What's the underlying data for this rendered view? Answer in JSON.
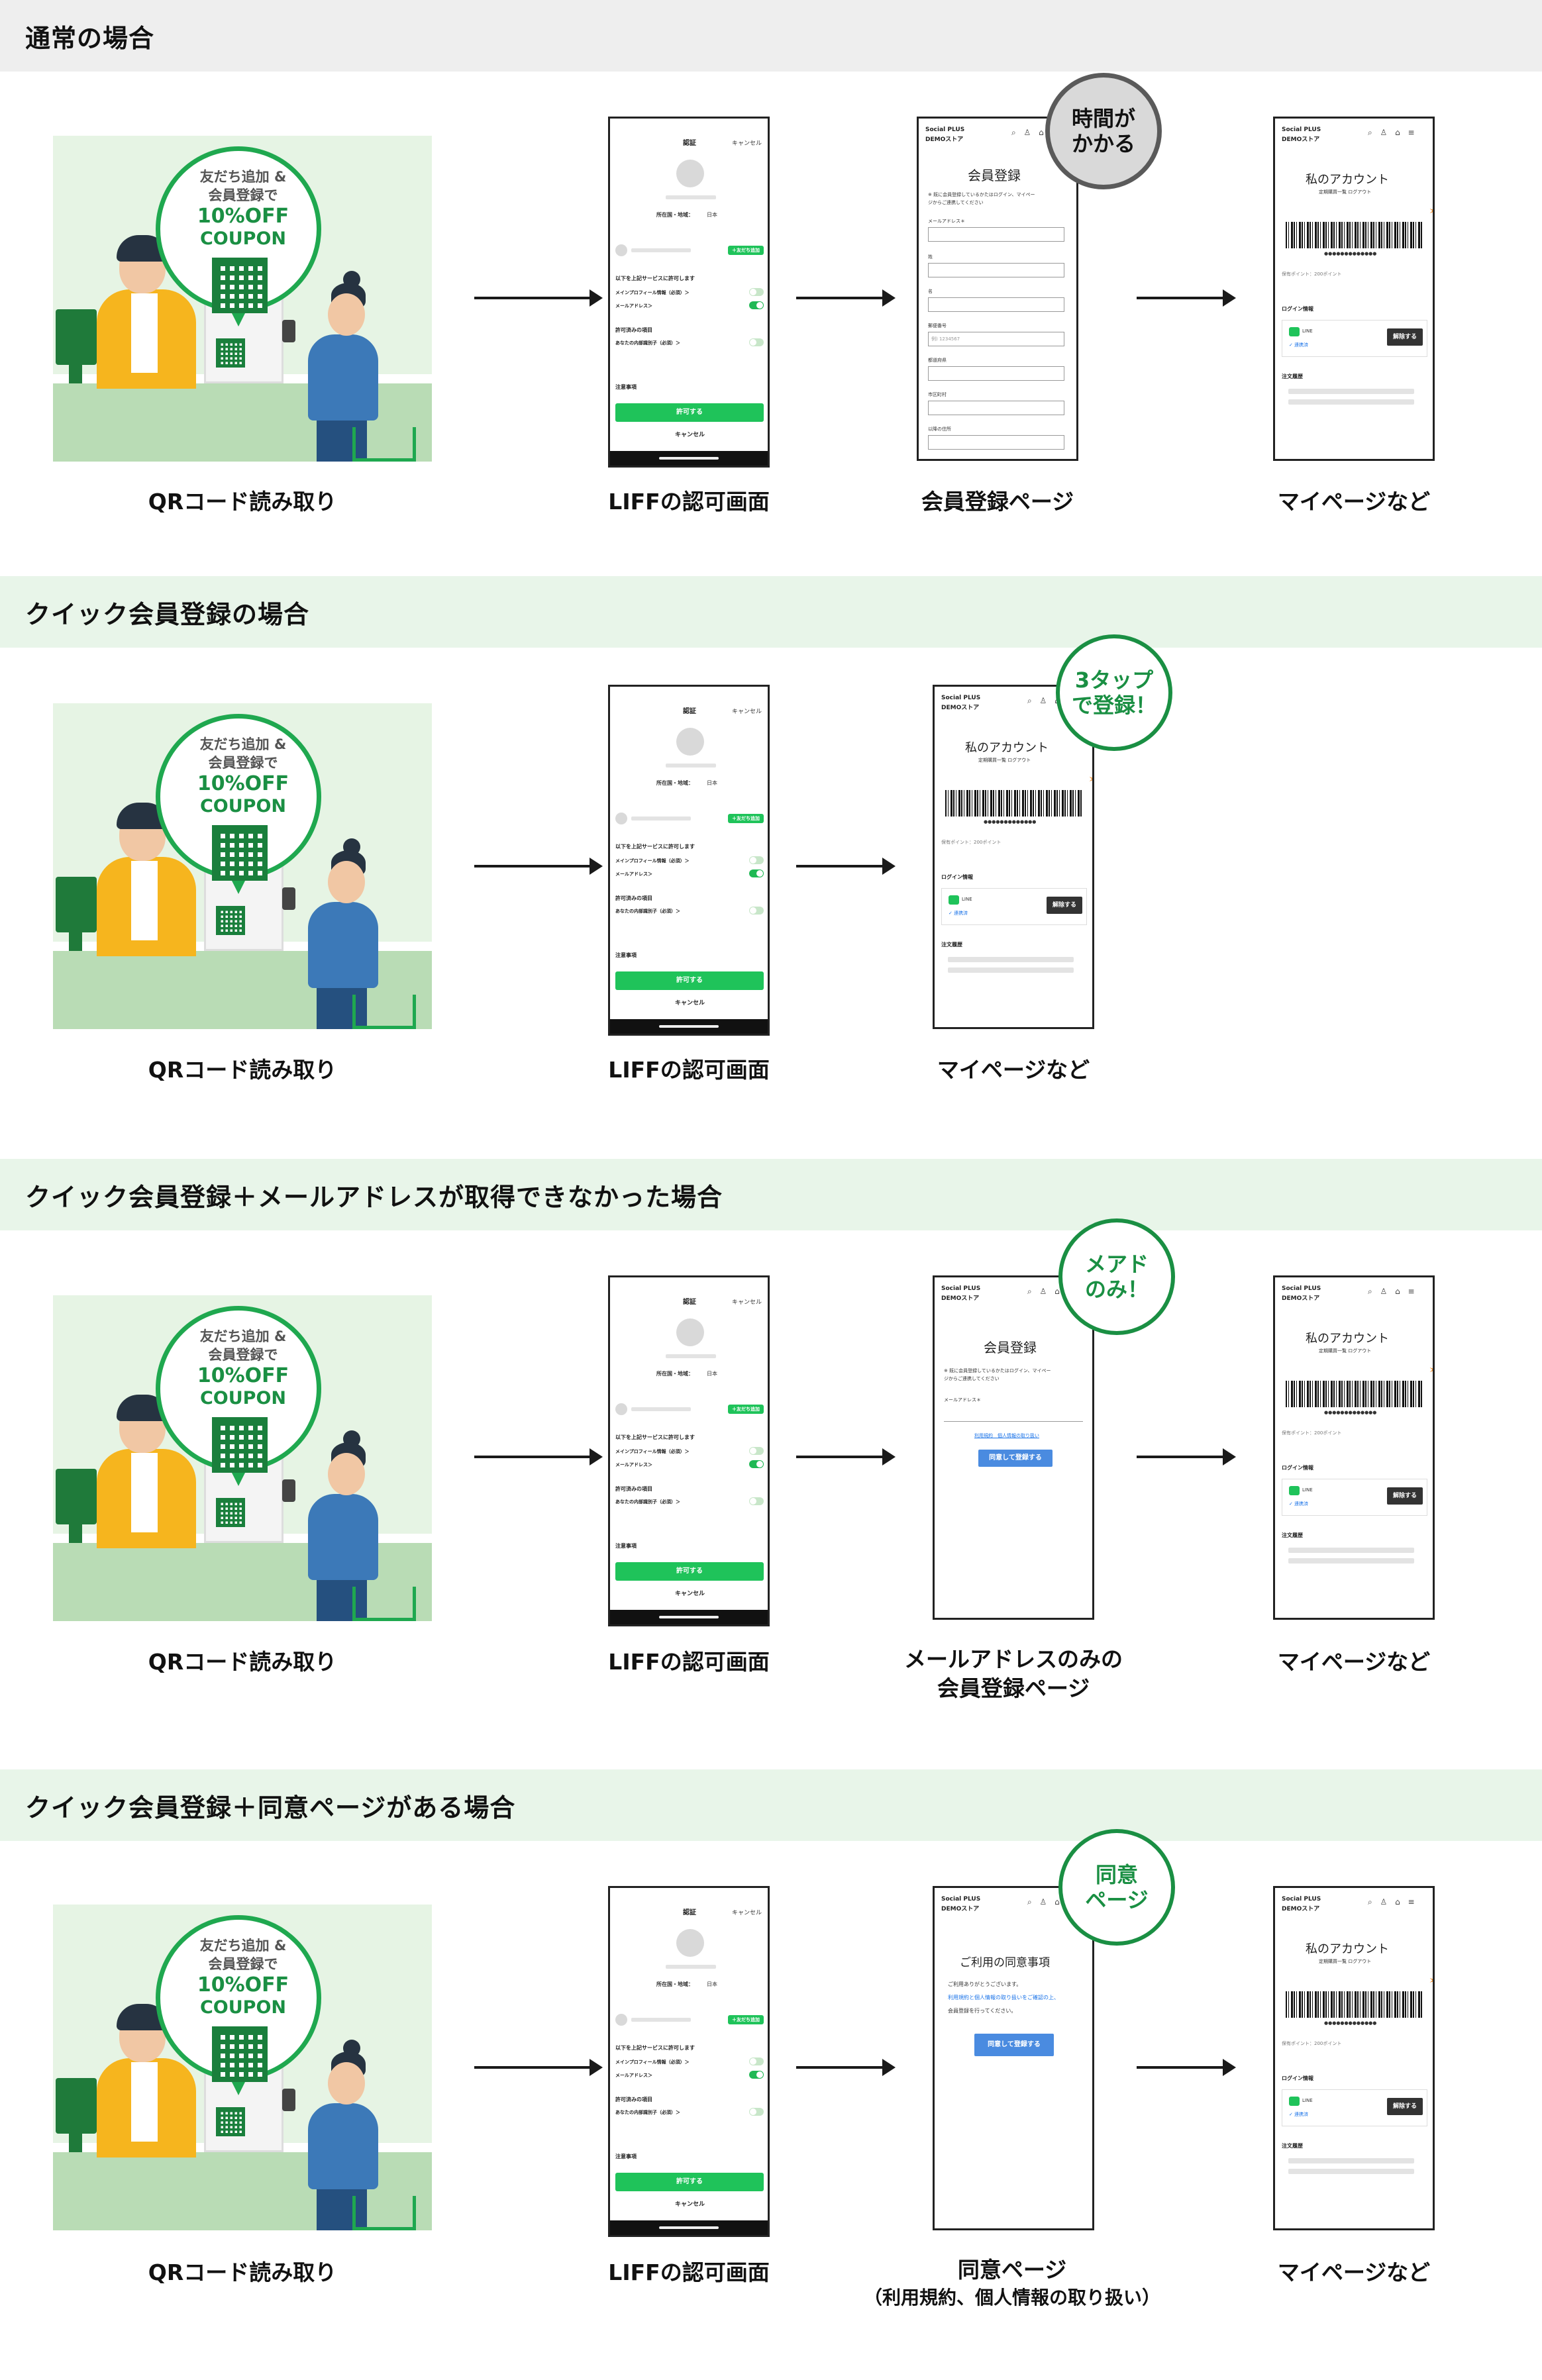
{
  "sections": [
    {
      "title": "通常の場合",
      "captions": [
        "QRコード読み取り",
        "LIFFの認可画面",
        "会員登録ページ",
        "マイページなど"
      ],
      "badge": [
        "時間が",
        "かかる"
      ]
    },
    {
      "title": "クイック会員登録の場合",
      "captions": [
        "QRコード読み取り",
        "LIFFの認可画面",
        "マイページなど"
      ],
      "badge": [
        "3タップ",
        "で登録！"
      ]
    },
    {
      "title": "クイック会員登録＋メールアドレスが取得できなかった場合",
      "captions": [
        "QRコード読み取り",
        "LIFFの認可画面",
        "メールアドレスのみの",
        "会員登録ページ",
        "マイページなど"
      ],
      "badge": [
        "メアド",
        "のみ！"
      ]
    },
    {
      "title": "クイック会員登録＋同意ページがある場合",
      "captions": [
        "QRコード読み取り",
        "LIFFの認可画面",
        "同意ページ",
        "（利用規約、個人情報の取り扱い）",
        "マイページなど"
      ],
      "badge": [
        "同意",
        "ページ"
      ]
    }
  ],
  "illustration": {
    "bubble_line1": "友だち追加 &",
    "bubble_line2": "会員登録で",
    "bubble_line3": "10%OFF",
    "bubble_line4": "COUPON"
  },
  "liff": {
    "header": "認証",
    "cancel": "キャンセル",
    "provider": "所在国・地域：",
    "provider_val": "日本",
    "add_friend": "＋友だち追加",
    "allow_intro": "以下を上記サービスに許可します",
    "perm1": "メインプロフィール情報（必須）＞",
    "perm2": "メールアドレス＞",
    "granted": "許可済みの項目",
    "granted1": "あなたの内部識別子（必須）＞",
    "notes": "注意事項",
    "allow_btn": "許可する",
    "cancel_btn": "キャンセル"
  },
  "store": {
    "brand1": "Social PLUS",
    "brand2": "DEMOストア",
    "icons": "⌕ ♙ ⌂ ≡"
  },
  "register": {
    "title": "会員登録",
    "note1": "※ 既に会員登録しているかたはログイン、マイペー",
    "note2": "ジからご連携してください",
    "email": "メールアドレス＊",
    "sei": "姓",
    "mei": "名",
    "zip": "郵便番号",
    "zip_ph": "例) 1234567",
    "pref": "都道府県",
    "city": "市区町村",
    "addr": "以降の住所"
  },
  "mypage": {
    "title": "私のアカウント",
    "links": "定期購買一覧  ログアウト",
    "barcode_num": "●●●●●●●●●●●●●",
    "points": "保有ポイント：200ポイント",
    "login_info": "ログイン情報",
    "line": "LINE",
    "linked": "✓ 連携済",
    "unlink": "解除する",
    "orders": "注文履歴"
  },
  "email_only": {
    "title": "会員登録",
    "note1": "※ 既に会員登録しているかたはログイン、マイペー",
    "note2": "ジからご連携してください",
    "email": "メールアドレス＊",
    "links": "利用規約　個人情報の取り扱い",
    "button": "同意して登録する"
  },
  "consent": {
    "title": "ご利用の同意事項",
    "l1": "ご利用ありがとうございます。",
    "l2": "利用規約と個人情報の取り扱いをご確認の上、",
    "l3": "会員登録を行ってください。",
    "button": "同意して登録する"
  }
}
